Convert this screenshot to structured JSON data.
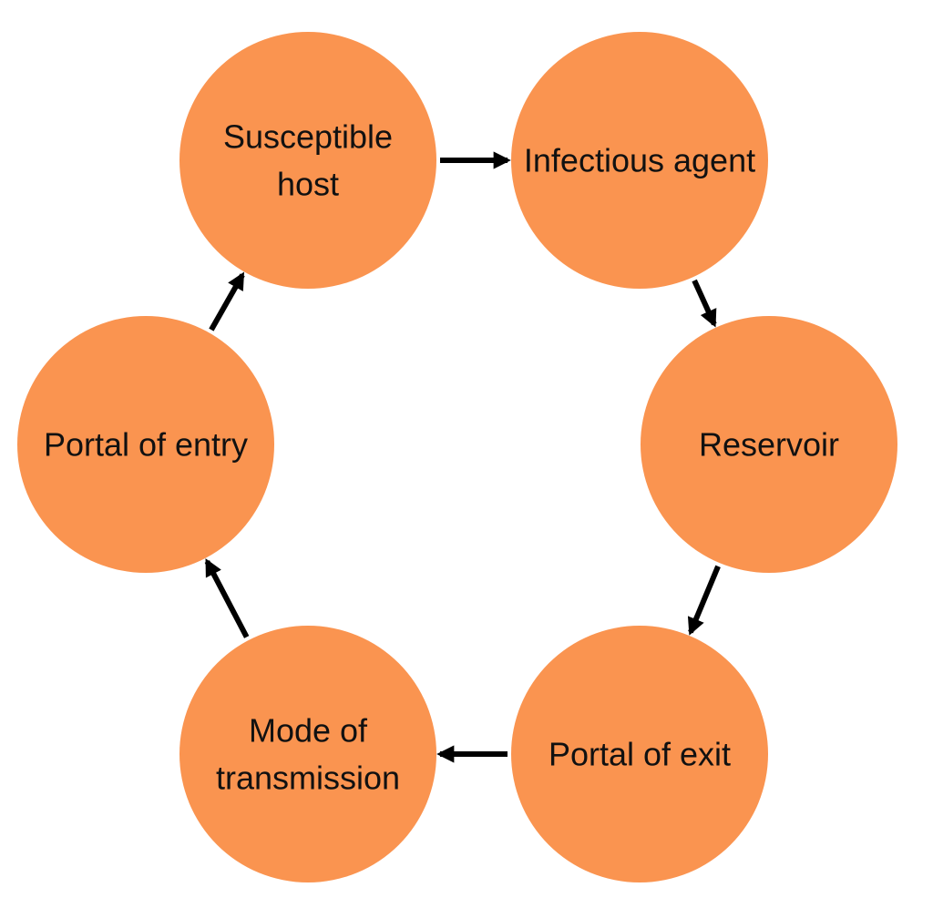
{
  "colors": {
    "node_fill": "#fa9450",
    "arrow": "#000000",
    "text": "#111111",
    "background": "#ffffff"
  },
  "nodes": [
    {
      "id": "susceptible-host",
      "lines": [
        "Susceptible",
        "host"
      ]
    },
    {
      "id": "infectious-agent",
      "lines": [
        "Infectious agent"
      ]
    },
    {
      "id": "reservoir",
      "lines": [
        "Reservoir"
      ]
    },
    {
      "id": "portal-of-exit",
      "lines": [
        "Portal of exit"
      ]
    },
    {
      "id": "mode-of-transmission",
      "lines": [
        "Mode of",
        "transmission"
      ]
    },
    {
      "id": "portal-of-entry",
      "lines": [
        "Portal of entry"
      ]
    }
  ],
  "edges": [
    {
      "from": "susceptible-host",
      "to": "infectious-agent"
    },
    {
      "from": "infectious-agent",
      "to": "reservoir"
    },
    {
      "from": "reservoir",
      "to": "portal-of-exit"
    },
    {
      "from": "portal-of-exit",
      "to": "mode-of-transmission"
    },
    {
      "from": "mode-of-transmission",
      "to": "portal-of-entry"
    },
    {
      "from": "portal-of-entry",
      "to": "susceptible-host"
    }
  ]
}
